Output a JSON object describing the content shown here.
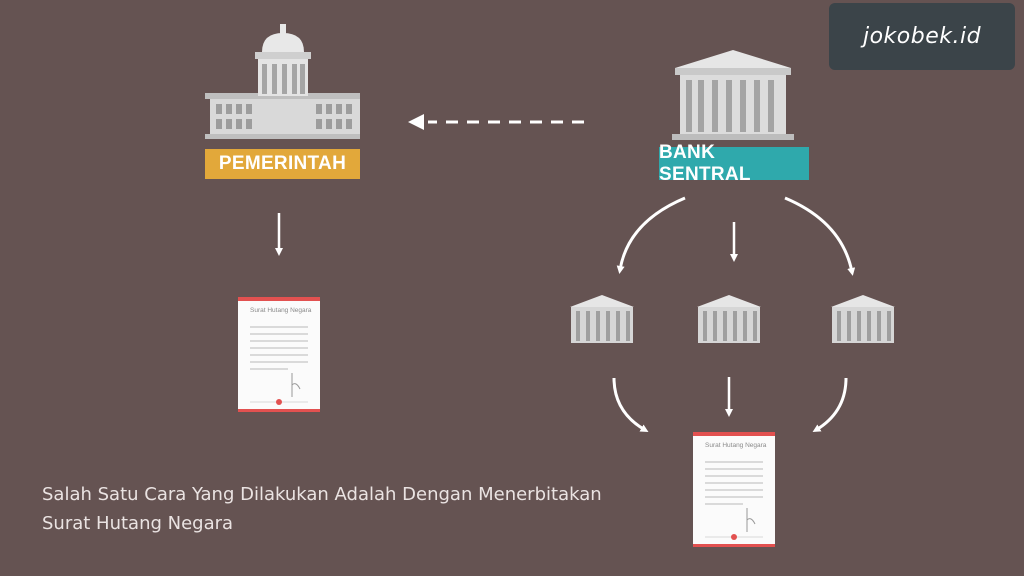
{
  "watermark": {
    "text": "jokobek.id"
  },
  "government": {
    "label": "PEMERINTAH",
    "color": "#e2a83a"
  },
  "central_bank": {
    "label": "BANK SENTRAL",
    "color": "#2fa9ac"
  },
  "documents": {
    "left_title": "Surat Hutang Negara",
    "right_title": "Surat Hutang Negara",
    "accent": "#e25150"
  },
  "caption": {
    "line1": "Salah Satu Cara Yang Dilakukan Adalah Dengan Menerbitakan",
    "line2": "Surat Hutang Negara"
  },
  "colors": {
    "background": "#655352",
    "building": "#d9d9d9",
    "arrow": "#ffffff"
  }
}
